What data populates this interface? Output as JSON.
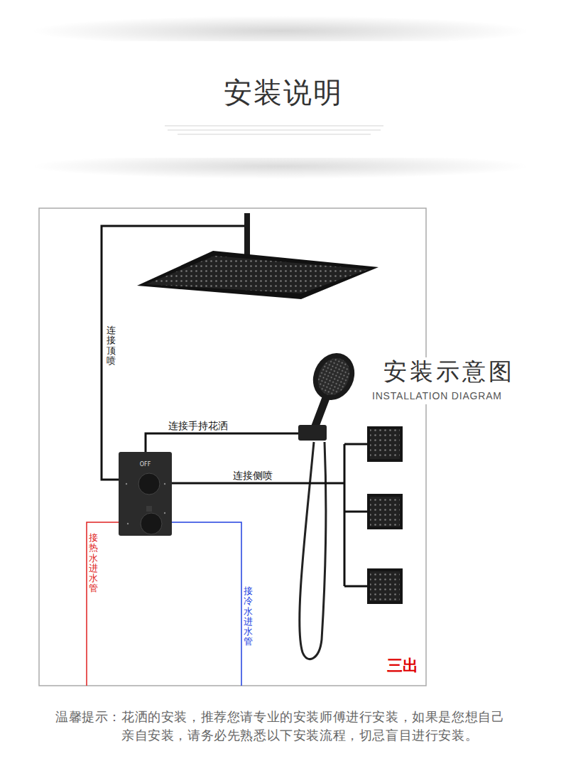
{
  "diagram": {
    "title": "安装说明",
    "nodes": [
      {
        "text": [
          "OFF"
        ]
      }
    ],
    "labels": [
      "连接顶喷",
      "连接手持花洒",
      "连接侧喷",
      "接热水进水管",
      "接冷水进水管",
      "三出",
      "安装示意图",
      "INSTALLATION DIAGRAM",
      "温馨提示：花洒的安装，推荐您请专业的安装师傅进行安装，如果是您想自己 亲自安装，请务必先熟悉以下安装流程，切忌盲目进行安装。"
    ]
  }
}
